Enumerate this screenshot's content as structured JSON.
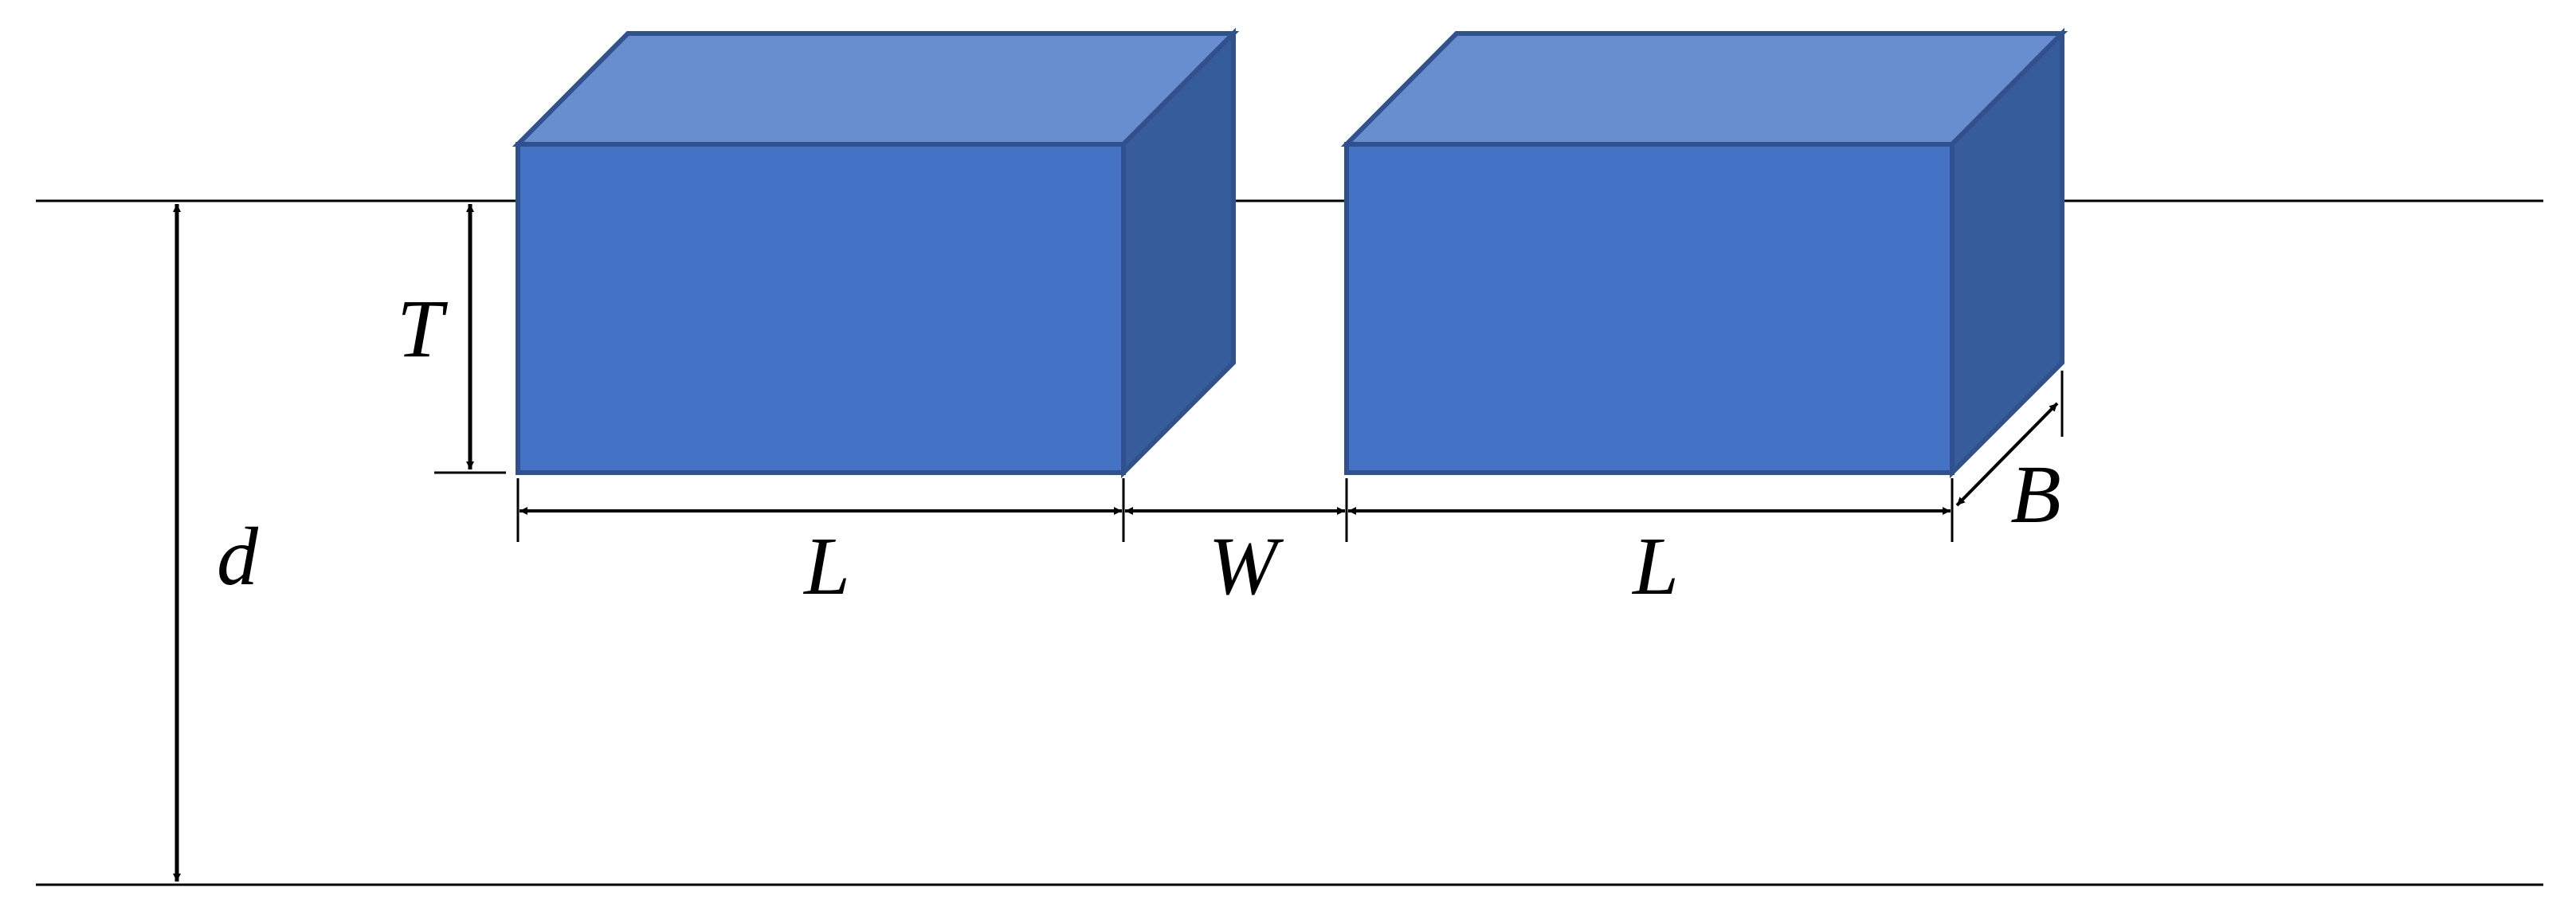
{
  "labels": {
    "draft": "T",
    "depth": "d",
    "length_left": "L",
    "gap": "W",
    "length_right": "L",
    "beam": "B"
  },
  "colors": {
    "box_front": "#4472C4",
    "box_top": "#698ED0",
    "box_side": "#365C99",
    "box_edge": "#2F528F",
    "line": "#000000"
  }
}
